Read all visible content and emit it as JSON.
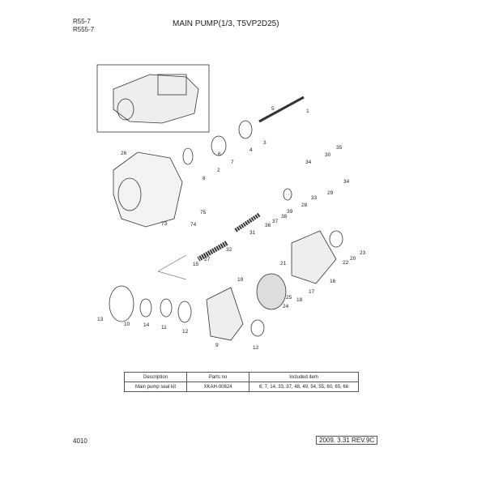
{
  "header": {
    "models": [
      "R55-7",
      "R555-7"
    ],
    "title": "MAIN PUMP(1/3, T5VP2D25)"
  },
  "callouts": [
    "1",
    "5",
    "3",
    "4",
    "6",
    "7",
    "2",
    "8",
    "26",
    "35",
    "30",
    "34",
    "34",
    "29",
    "33",
    "28",
    "39",
    "38",
    "37",
    "36",
    "31",
    "75",
    "74",
    "73",
    "32",
    "27",
    "15",
    "23",
    "20",
    "22",
    "21",
    "16",
    "17",
    "19",
    "18",
    "25",
    "24",
    "13",
    "10",
    "14",
    "11",
    "12",
    "12",
    "9"
  ],
  "table": {
    "headers": [
      "Description",
      "Parts no",
      "Included item"
    ],
    "rows": [
      [
        "Main pump seal kit",
        "XKAH-00824",
        "6, 7, 14, 33, 37, 48, 49, 54, 55, 60, 65, 66"
      ]
    ]
  },
  "footer": {
    "page": "4010",
    "revision": "2009. 3.31  REV.9C"
  }
}
